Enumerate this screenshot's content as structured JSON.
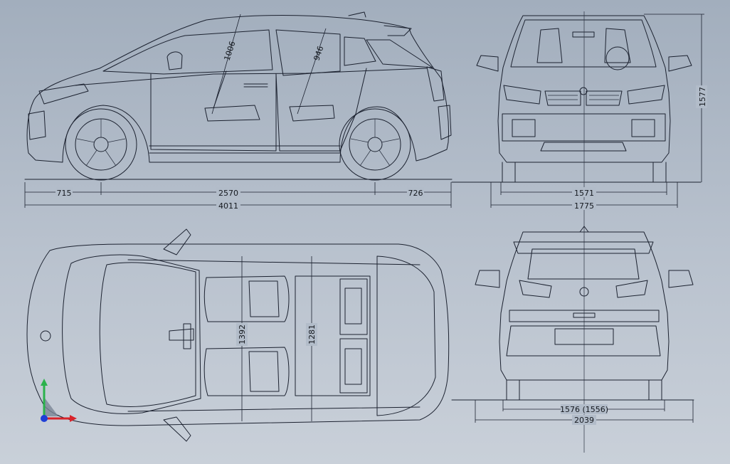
{
  "dimensions": {
    "front_overhang": "715",
    "wheelbase": "2570",
    "rear_overhang": "726",
    "overall_length": "4011",
    "front_door_opening": "1006",
    "rear_door_opening": "946",
    "front_track": "1571",
    "body_width": "1775",
    "height": "1577",
    "front_seat_width": "1392",
    "rear_seat_width": "1281",
    "rear_track": "1576 (1556)",
    "width_with_mirrors": "2039"
  },
  "axis_colors": {
    "x": "#d8232a",
    "y": "#2bb24c",
    "z": "#1f3fd6"
  }
}
